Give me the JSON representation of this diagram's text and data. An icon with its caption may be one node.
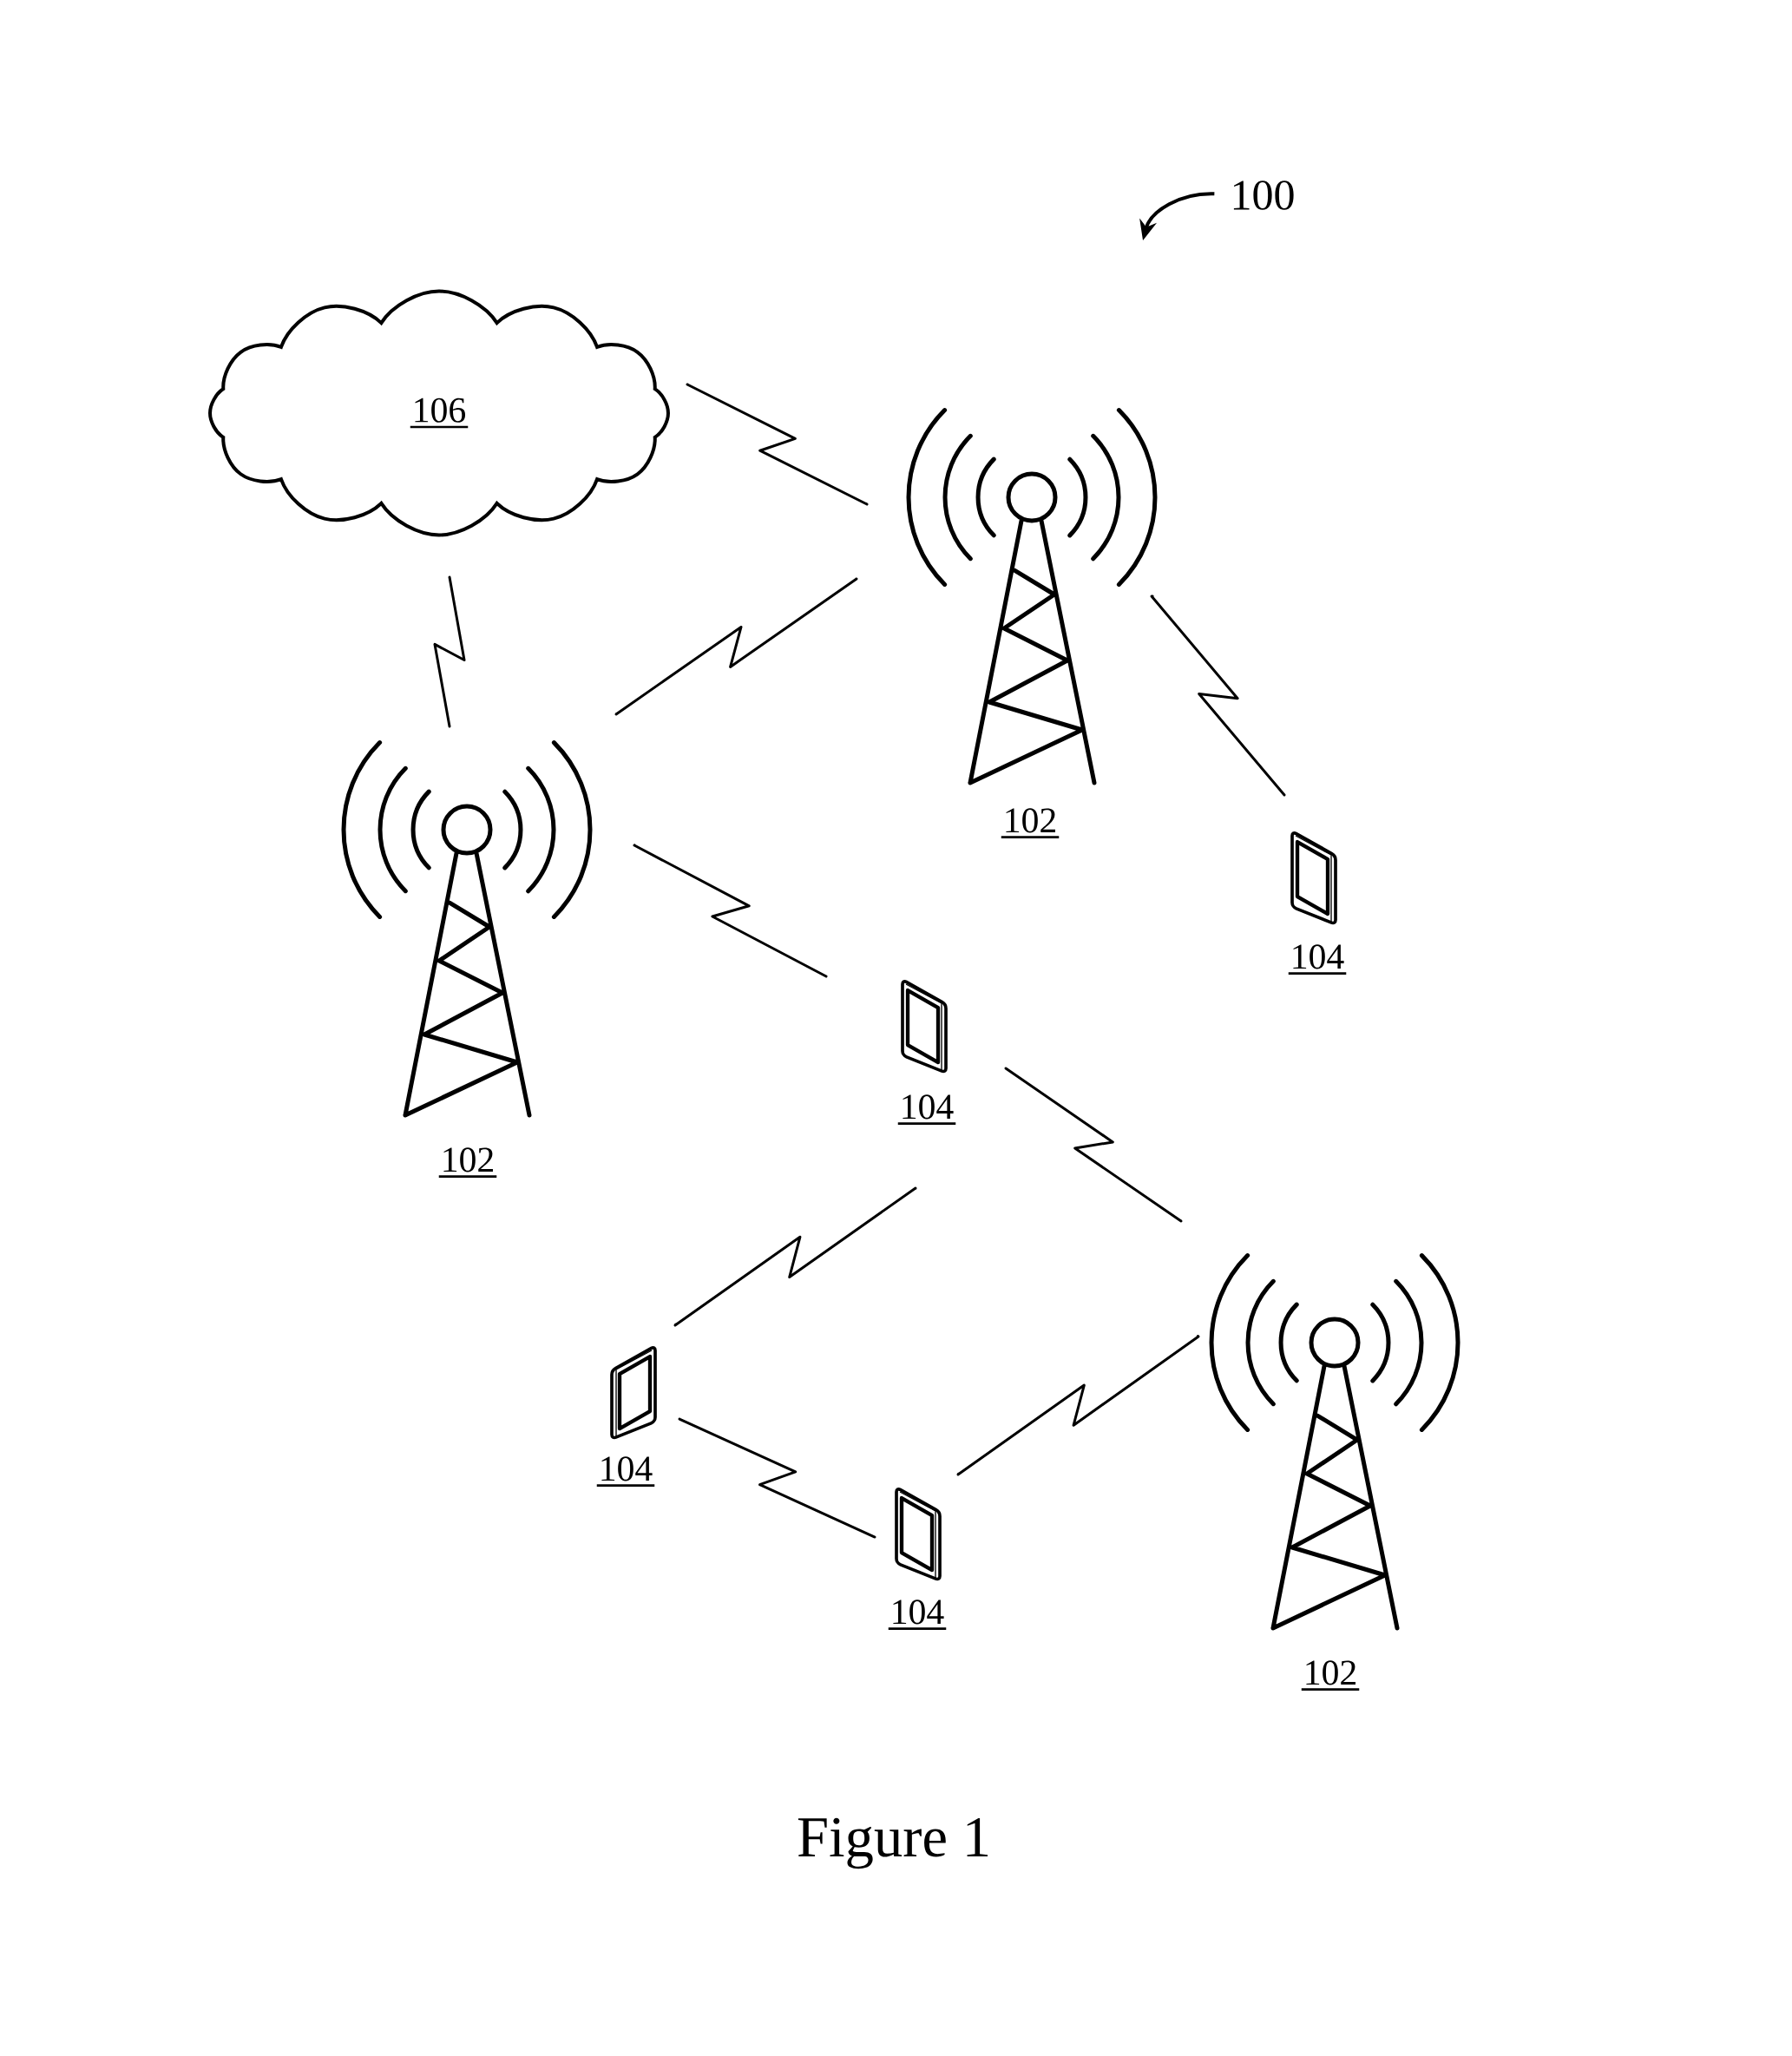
{
  "diagram": {
    "caption": "Figure 1",
    "nodes": [
      {
        "text": [
          "100"
        ]
      },
      {
        "text": [
          "106"
        ]
      },
      {
        "text": [
          "102"
        ]
      },
      {
        "text": [
          "102"
        ]
      },
      {
        "text": [
          "104"
        ]
      },
      {
        "text": [
          "104"
        ]
      },
      {
        "text": [
          "102"
        ]
      },
      {
        "text": [
          "104"
        ]
      },
      {
        "text": [
          "104"
        ]
      }
    ],
    "edges": [
      {
        "from": 1,
        "to": 2,
        "arrow": "none"
      },
      {
        "from": 1,
        "to": 3,
        "arrow": "none"
      },
      {
        "from": 2,
        "to": 3,
        "arrow": "none"
      },
      {
        "from": 2,
        "to": 4,
        "arrow": "none"
      },
      {
        "from": 3,
        "to": 5,
        "arrow": "none"
      },
      {
        "from": 5,
        "to": 6,
        "arrow": "none"
      },
      {
        "from": 5,
        "to": 7,
        "arrow": "none"
      },
      {
        "from": 7,
        "to": 8,
        "arrow": "none"
      },
      {
        "from": 8,
        "to": 6,
        "arrow": "none"
      },
      {
        "from": 0,
        "to": null,
        "arrow": "to"
      }
    ]
  }
}
